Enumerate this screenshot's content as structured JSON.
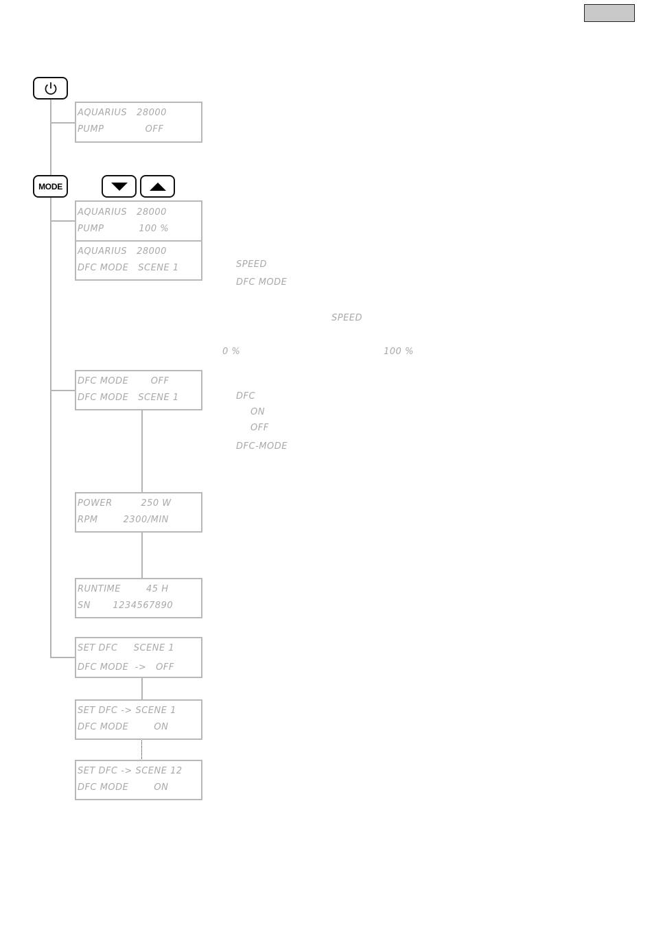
{
  "buttons": {
    "mode_label": "MODE"
  },
  "displays": [
    {
      "row1": "AQUARIUS   28000",
      "row2": "PUMP             OFF"
    },
    {
      "row1": "AQUARIUS   28000",
      "row2": "PUMP           100 %"
    },
    {
      "row1": "AQUARIUS   28000",
      "row2": "DFC MODE   SCENE 1"
    },
    {
      "row1": "DFC MODE       OFF",
      "row2": "DFC MODE   SCENE 1"
    },
    {
      "row1": "POWER         250 W",
      "row2": "RPM        2300/MIN"
    },
    {
      "row1": "RUNTIME        45 H",
      "row2": "SN       1234567890"
    },
    {
      "row1": "SET DFC     SCENE 1",
      "row2": "DFC MODE  ->   OFF"
    },
    {
      "row1": "SET DFC -> SCENE 1",
      "row2": "DFC MODE        ON"
    },
    {
      "row1": "SET DFC -> SCENE 12",
      "row2": "DFC MODE        ON"
    }
  ],
  "notes": {
    "speed_1": "SPEED",
    "dfc_mode_1": "DFC MODE",
    "speed_2": "SPEED",
    "pct_min": "0 %",
    "pct_max": "100 %",
    "dfc": "DFC",
    "on": "ON",
    "off": "OFF",
    "dfc_mode_2": "DFC-MODE"
  },
  "icons": [
    "power-icon",
    "arrow-down-icon",
    "arrow-up-icon"
  ]
}
